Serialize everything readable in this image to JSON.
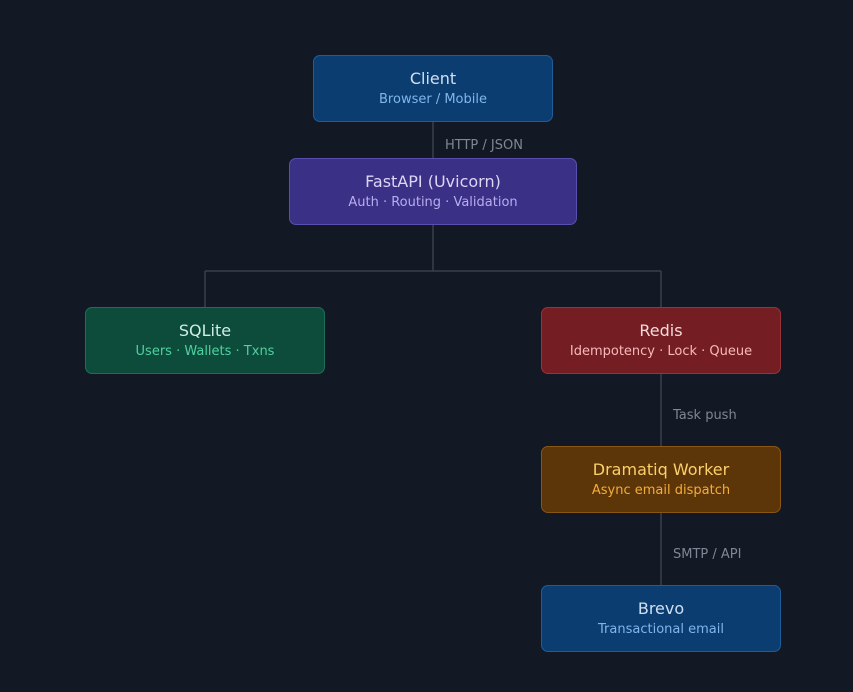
{
  "nodes": {
    "client": {
      "title": "Client",
      "subtitle": "Browser / Mobile"
    },
    "fastapi": {
      "title": "FastAPI (Uvicorn)",
      "subtitle": "Auth · Routing · Validation"
    },
    "sqlite": {
      "title": "SQLite",
      "subtitle": "Users · Wallets · Txns"
    },
    "redis": {
      "title": "Redis",
      "subtitle": "Idempotency · Lock · Queue"
    },
    "dramatiq": {
      "title": "Dramatiq Worker",
      "subtitle": "Async email dispatch"
    },
    "brevo": {
      "title": "Brevo",
      "subtitle": "Transactional email"
    }
  },
  "edges": {
    "client_fastapi": "HTTP / JSON",
    "redis_dramatiq": "Task push",
    "dramatiq_brevo": "SMTP / API"
  },
  "colors": {
    "background": "#131825",
    "connector": "#3a3f4c",
    "client": "#0c3d71",
    "fastapi": "#3a3086",
    "sqlite": "#0d4c3b",
    "redis": "#741d22",
    "dramatiq": "#5c3509",
    "brevo": "#0c3d71"
  }
}
